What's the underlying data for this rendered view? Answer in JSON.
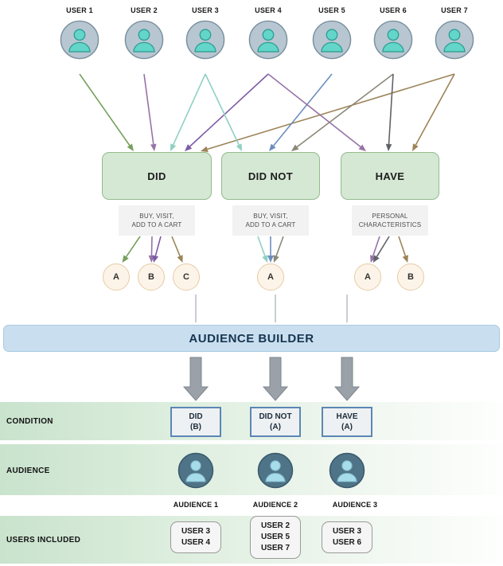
{
  "users": [
    {
      "label": "USER 1"
    },
    {
      "label": "USER 2"
    },
    {
      "label": "USER 3"
    },
    {
      "label": "USER 4"
    },
    {
      "label": "USER 5"
    },
    {
      "label": "USER 6"
    },
    {
      "label": "USER 7"
    }
  ],
  "conditions": [
    {
      "label": "DID",
      "sub": "BUY, VISIT,\nADD TO A CART",
      "variants": [
        "A",
        "B",
        "C"
      ]
    },
    {
      "label": "DID NOT",
      "sub": "BUY, VISIT,\nADD TO A CART",
      "variants": [
        "A"
      ]
    },
    {
      "label": "HAVE",
      "sub": "PERSONAL\nCHARACTERISTICS",
      "variants": [
        "A",
        "B"
      ]
    }
  ],
  "banner": {
    "label": "AUDIENCE BUILDER"
  },
  "result_rows": {
    "condition": {
      "label": "CONDITION",
      "items": [
        {
          "line1": "DID",
          "line2": "(B)"
        },
        {
          "line1": "DID NOT",
          "line2": "(A)"
        },
        {
          "line1": "HAVE",
          "line2": "(A)"
        }
      ]
    },
    "audience": {
      "label": "AUDIENCE",
      "items": [
        {
          "label": "AUDIENCE 1"
        },
        {
          "label": "AUDIENCE 2"
        },
        {
          "label": "AUDIENCE 3"
        }
      ]
    },
    "users_included": {
      "label": "USERS INCLUDED",
      "items": [
        {
          "users": [
            "USER 3",
            "USER 4"
          ]
        },
        {
          "users": [
            "USER 2",
            "USER 5",
            "USER 7"
          ]
        },
        {
          "users": [
            "USER 3",
            "USER 6"
          ]
        }
      ]
    }
  },
  "edges": [
    {
      "from": "user-1",
      "to": "did",
      "slot": 0,
      "color": "#76a05c"
    },
    {
      "from": "user-2",
      "to": "did",
      "slot": 1,
      "color": "#9673a6"
    },
    {
      "from": "user-3",
      "to": "did",
      "slot": 2,
      "color": "#8fd0c2"
    },
    {
      "from": "user-4",
      "to": "did",
      "slot": 3,
      "color": "#7d5ba6"
    },
    {
      "from": "user-7",
      "to": "did",
      "slot": 4,
      "color": "#9c8458"
    },
    {
      "from": "user-3",
      "to": "did-not",
      "slot": 0,
      "color": "#8fd0c2"
    },
    {
      "from": "user-5",
      "to": "did-not",
      "slot": 1,
      "color": "#6c8ebf"
    },
    {
      "from": "user-6",
      "to": "did-not",
      "slot": 2,
      "color": "#8c8878"
    },
    {
      "from": "user-4",
      "to": "have",
      "slot": 0,
      "color": "#9673a6"
    },
    {
      "from": "user-6",
      "to": "have",
      "slot": 1,
      "color": "#5f6368"
    },
    {
      "from": "user-7",
      "to": "have",
      "slot": 2,
      "color": "#9c8458"
    }
  ],
  "sub_edges": [
    {
      "cond": "did",
      "slot": 0,
      "variant": "A",
      "color": "#76a05c"
    },
    {
      "cond": "did",
      "slot": 1,
      "variant": "B",
      "color": "#9673a6"
    },
    {
      "cond": "did",
      "slot": 2,
      "variant": "B",
      "color": "#7d5ba6"
    },
    {
      "cond": "did",
      "slot": 3,
      "variant": "C",
      "color": "#9c8458"
    },
    {
      "cond": "did-not",
      "slot": 0,
      "variant": "A",
      "color": "#8fd0c2"
    },
    {
      "cond": "did-not",
      "slot": 1,
      "variant": "A",
      "color": "#6c8ebf"
    },
    {
      "cond": "did-not",
      "slot": 2,
      "variant": "A",
      "color": "#8c8878"
    },
    {
      "cond": "have",
      "slot": 0,
      "variant": "A",
      "color": "#9673a6"
    },
    {
      "cond": "have",
      "slot": 1,
      "variant": "A",
      "color": "#5f6368"
    },
    {
      "cond": "have",
      "slot": 2,
      "variant": "B",
      "color": "#9c8458"
    }
  ],
  "colors": {
    "connector": "#c9cdd1",
    "block_arrow": "#9aa1a8",
    "block_arrow_border": "#7e868e",
    "banner_bg": "#c9dff0",
    "condition_box_border": "#5b87b5",
    "avatar_user_fill": "#b8c6d2",
    "avatar_user_stroke": "#78909c",
    "avatar_person": "#63d6c9",
    "audience_fill": "#4f7387",
    "audience_person": "#a7dcea",
    "green_box_fill": "#d5e8d4",
    "green_box_border": "#93bb8c",
    "variant_fill": "#fdf4e9",
    "variant_border": "#e7cba4"
  }
}
